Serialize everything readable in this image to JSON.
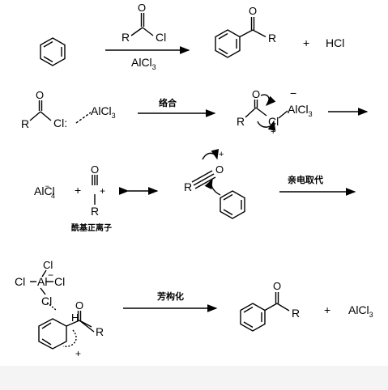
{
  "row1": {
    "reagent_top": {
      "r": "R",
      "o": "O",
      "cl": "Cl"
    },
    "catalyst": {
      "main": "AlCl",
      "sub": "3"
    },
    "product_r": "R",
    "product_o": "O",
    "plus": "+",
    "byproduct": "HCl"
  },
  "row2": {
    "acyl_r": "R",
    "acyl_o": "O",
    "acyl_cl": "Cl:",
    "lewis_acid": {
      "main": "AlCl",
      "sub": "3"
    },
    "arrow_label": "络合",
    "complex_r": "R",
    "complex_o": "O",
    "complex_cl": "Cl",
    "complex_al": {
      "main": "AlCl",
      "sub": "3"
    },
    "minus": "−",
    "plus_charge": "+"
  },
  "row3": {
    "tetrachloro": {
      "main": "AlCl",
      "minus": "−",
      "sub": "4"
    },
    "plus": "+",
    "acylium_o": "O",
    "acylium_r": "R",
    "acylium_plus": "+",
    "acylium_caption": "酰基正离子",
    "ketene_r": "R",
    "ketene_o": "O",
    "ketene_plus": "+",
    "arrow_label": "亲电取代"
  },
  "row4": {
    "cl_top": "Cl",
    "cl_left": "Cl",
    "al": "Al",
    "minus": "−",
    "cl_right": "Cl",
    "cl_bottom": "Cl",
    "h": "H",
    "o": "O",
    "r": "R",
    "ring_plus": "+",
    "arrow_label": "芳构化",
    "product_r": "R",
    "product_o": "O",
    "plus": "+",
    "catalyst": {
      "main": "AlCl",
      "sub": "3"
    }
  }
}
